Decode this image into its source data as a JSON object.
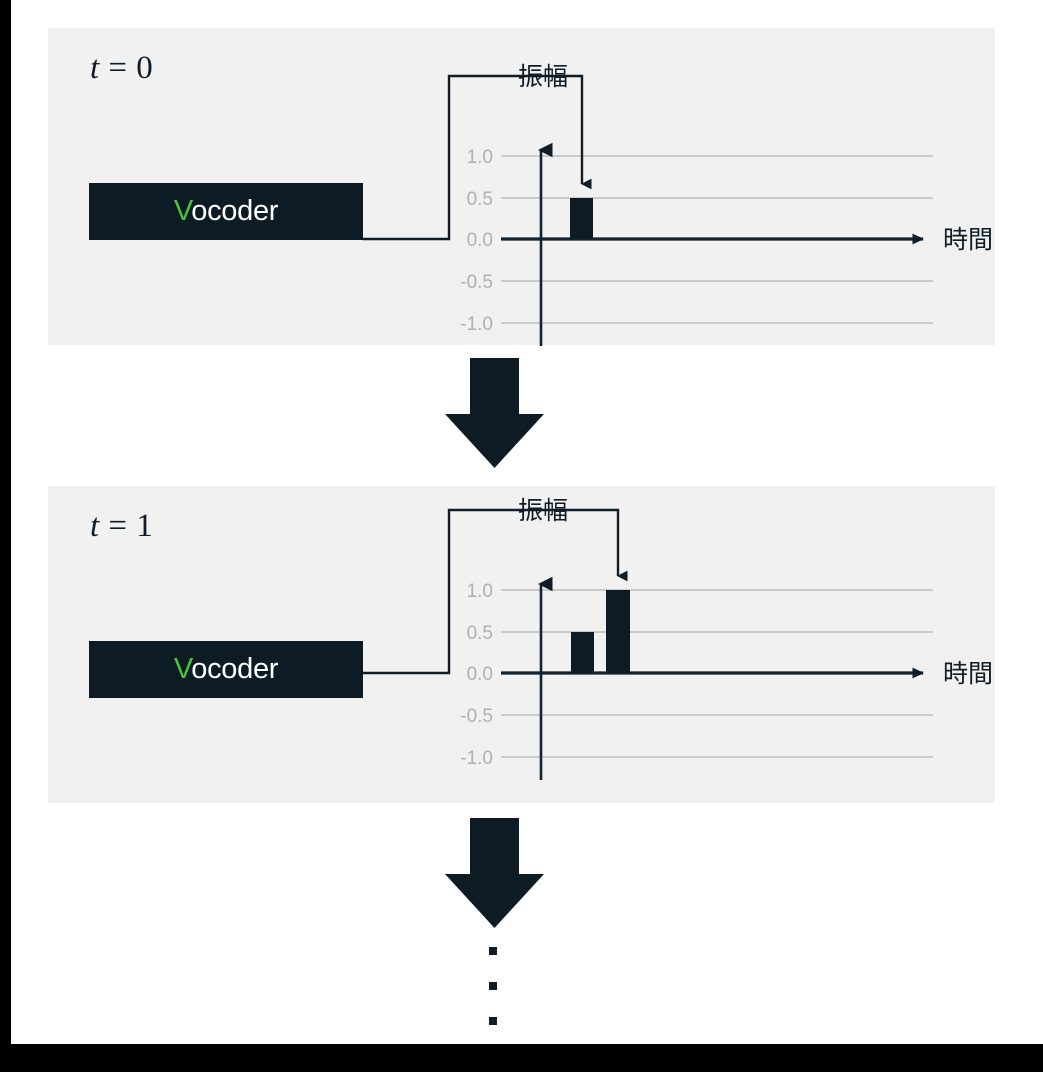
{
  "figure": {
    "title_text": "Vocoder autoregressive generation over time steps",
    "page_background": "#ffffff",
    "panel_background": "#f1f1f1",
    "ink_color": "#101d26",
    "accent_green": "#4ec13d",
    "gridline_color": "#bdbdbd",
    "tick_label_color": "#b0b0b0"
  },
  "panels": [
    {
      "id": "t0",
      "step_label": {
        "variable": "t",
        "operator": "=",
        "value": "0"
      },
      "module": {
        "label_initial": "V",
        "label_rest": "ocoder",
        "full_label": "Vocoder"
      },
      "chart": {
        "y_axis_title": "振幅",
        "x_axis_title": "時間",
        "tick_labels": [
          "1.0",
          "0.5",
          "0.0",
          "-0.5",
          "-1.0"
        ]
      }
    },
    {
      "id": "t1",
      "step_label": {
        "variable": "t",
        "operator": "=",
        "value": "1"
      },
      "module": {
        "label_initial": "V",
        "label_rest": "ocoder",
        "full_label": "Vocoder"
      },
      "chart": {
        "y_axis_title": "振幅",
        "x_axis_title": "時間",
        "tick_labels": [
          "1.0",
          "0.5",
          "0.0",
          "-0.5",
          "-1.0"
        ]
      }
    }
  ],
  "continuation": {
    "dots": [
      "·",
      "·",
      "·"
    ],
    "meaning": "process repeats"
  },
  "chart_data": [
    {
      "type": "bar",
      "title": "t = 0",
      "xlabel": "時間",
      "ylabel": "振幅",
      "categories": [
        "1"
      ],
      "values": [
        0.5
      ],
      "ylim": [
        -1.25,
        1.25
      ],
      "yticks": [
        1.0,
        0.5,
        0.0,
        -0.5,
        -1.0
      ],
      "ytick_labels": [
        "1.0",
        "0.5",
        "0.0",
        "-0.5",
        "-1.0"
      ],
      "grid": true,
      "legend": "none",
      "annotations": [
        {
          "text": "",
          "kind": "feedback-arrow",
          "from": "Vocoder",
          "to_bar_index": 0,
          "to_value": 0.5
        }
      ]
    },
    {
      "type": "bar",
      "title": "t = 1",
      "xlabel": "時間",
      "ylabel": "振幅",
      "categories": [
        "1",
        "2"
      ],
      "values": [
        0.5,
        1.0
      ],
      "ylim": [
        -1.25,
        1.25
      ],
      "yticks": [
        1.0,
        0.5,
        0.0,
        -0.5,
        -1.0
      ],
      "ytick_labels": [
        "1.0",
        "0.5",
        "0.0",
        "-0.5",
        "-1.0"
      ],
      "grid": true,
      "legend": "none",
      "annotations": [
        {
          "text": "",
          "kind": "feedback-arrow",
          "from": "Vocoder",
          "to_bar_index": 1,
          "to_value": 1.0
        }
      ]
    }
  ]
}
